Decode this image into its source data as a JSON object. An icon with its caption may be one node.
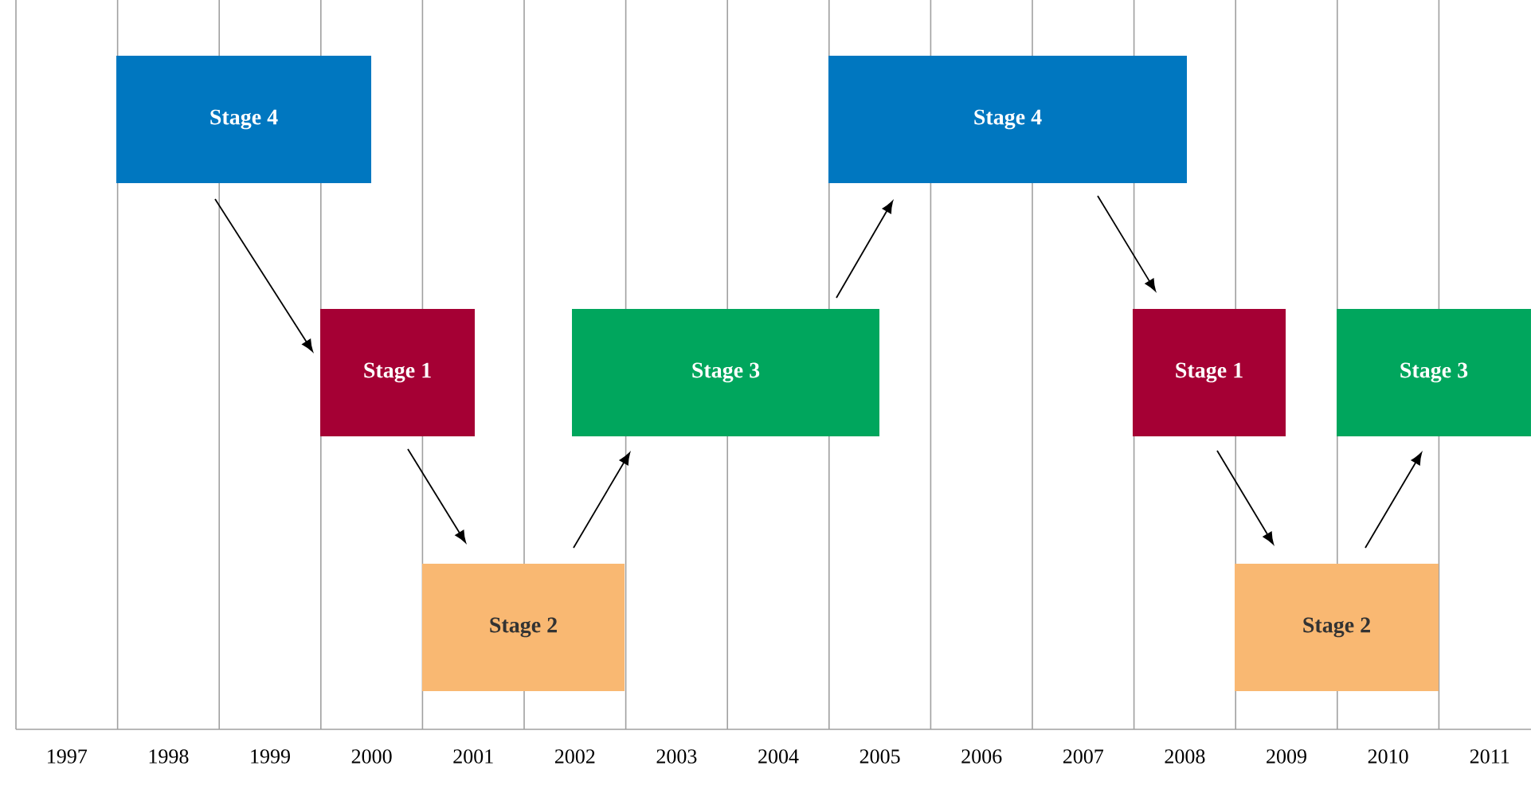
{
  "diagram": {
    "nodes": [
      {
        "text": [
          "Stage 4"
        ]
      },
      {
        "text": [
          "Stage 1"
        ]
      },
      {
        "text": [
          "Stage 2"
        ]
      },
      {
        "text": [
          "Stage 3"
        ]
      },
      {
        "text": [
          "Stage 4"
        ]
      },
      {
        "text": [
          "Stage 1"
        ]
      },
      {
        "text": [
          "Stage 2"
        ]
      },
      {
        "text": [
          "Stage 3"
        ]
      }
    ],
    "edges": [
      {
        "from": 0,
        "to": 1,
        "arrow": "to"
      },
      {
        "from": 1,
        "to": 2,
        "arrow": "to"
      },
      {
        "from": 2,
        "to": 3,
        "arrow": "to"
      },
      {
        "from": 3,
        "to": 4,
        "arrow": "to"
      },
      {
        "from": 4,
        "to": 5,
        "arrow": "to"
      },
      {
        "from": 5,
        "to": 6,
        "arrow": "to"
      },
      {
        "from": 6,
        "to": 7,
        "arrow": "to"
      }
    ],
    "labels": [
      "1997",
      "1998",
      "1999",
      "2000",
      "2001",
      "2002",
      "2003",
      "2004",
      "2005",
      "2006",
      "2007",
      "2008",
      "2009",
      "2010",
      "2011"
    ]
  }
}
